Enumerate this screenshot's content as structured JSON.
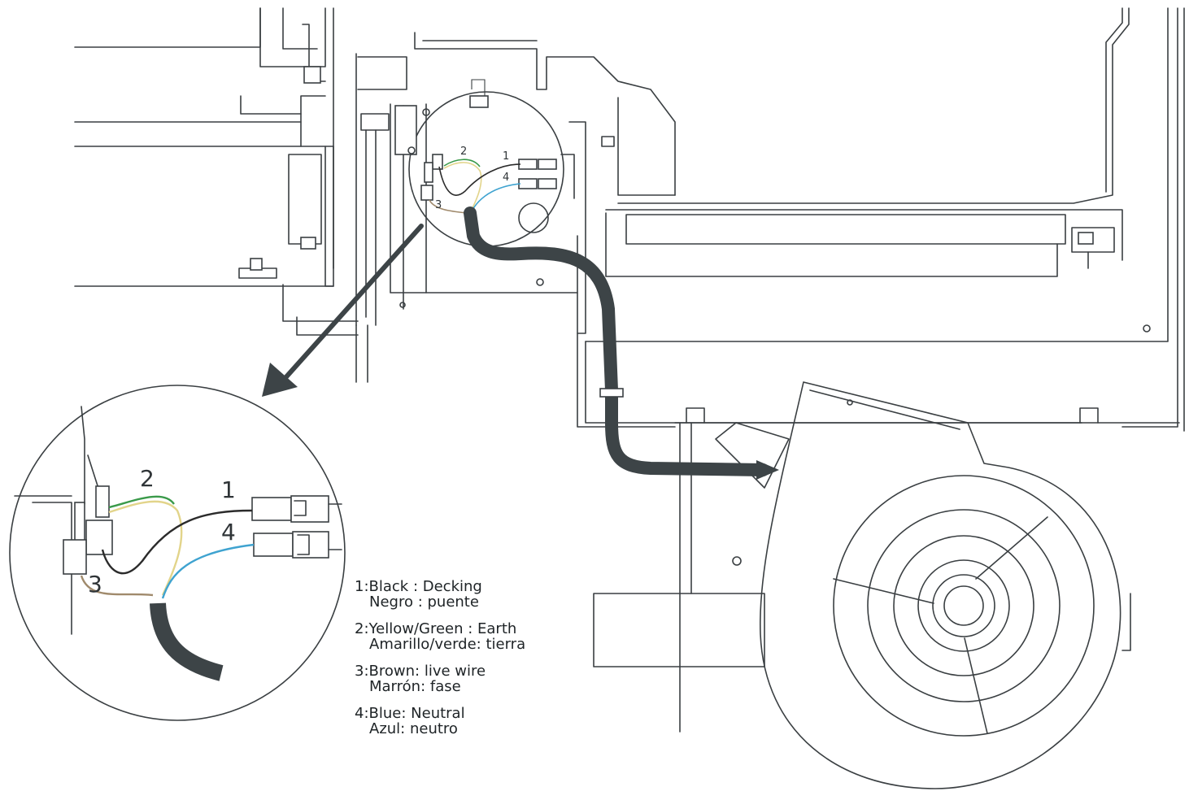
{
  "wire_numbers": [
    "1",
    "2",
    "3",
    "4"
  ],
  "legend": [
    {
      "key": "1:",
      "en": "Black : Decking",
      "es": "Negro : puente",
      "color": "#2b2b2b"
    },
    {
      "key": "2:",
      "en": "Yellow/Green : Earth",
      "es": "Amarillo/verde: tierra",
      "color": "#3a9a4a"
    },
    {
      "key": "3:",
      "en": "Brown: live wire",
      "es": "Marrón: fase",
      "color": "#a08a6c"
    },
    {
      "key": "4:",
      "en": "Blue: Neutral",
      "es": "Azul: neutro",
      "color": "#3fa3d0"
    }
  ],
  "colors": {
    "line": "#3a3f42",
    "cable": "#3d4447",
    "arrow": "#3d4447",
    "wire_yellow": "#e2d48a"
  }
}
